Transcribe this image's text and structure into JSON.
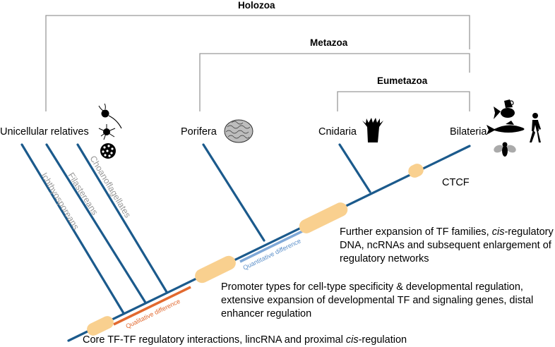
{
  "clades": [
    {
      "key": "holozoa",
      "label": "Holozoa"
    },
    {
      "key": "metazoa",
      "label": "Metazoa"
    },
    {
      "key": "eumetazoa",
      "label": "Eumetazoa"
    }
  ],
  "taxa": {
    "unicellular": "Unicellular relatives",
    "porifera": "Porifera",
    "cnidaria": "Cnidaria",
    "bilateria": "Bilateria"
  },
  "lineages": {
    "ichthyosporeans": "Ichthyosporeans",
    "filastereans": "Filastereans",
    "choanoflagellates": "Choanoflagellates"
  },
  "differences": {
    "qualitative": "Qualitative difference",
    "quantitative": "Quantitative difference"
  },
  "events": {
    "ctcf": "CTCF",
    "further_expansion_pre": "Further expansion of TF families, ",
    "further_expansion_em": "cis",
    "further_expansion_post": "-regulatory DNA, ncRNAs and subsequent enlargement of regulatory networks",
    "promoter_types": "Promoter types for cell-type specificity & developmental regulation, extensive expansion of developmental TF and signaling genes, distal enhancer regulation",
    "core_pre": "Core TF-TF regulatory interactions, lincRNA and proximal ",
    "core_em": "cis",
    "core_post": "-regulation"
  },
  "colors": {
    "tree": "#1b5a8c",
    "bracket": "#999999",
    "marker": "#f9d08f",
    "qualitative": "#e2692f",
    "quantitative": "#7fa8d7",
    "lineage_text": "#999999"
  },
  "icons": [
    "choanoflagellate-icon",
    "filasterean-icon",
    "ichthyosporean-icon",
    "sponge-icon",
    "sea-anemone-icon",
    "fish-icon",
    "zebrafish-icon",
    "human-icon",
    "fly-icon"
  ]
}
